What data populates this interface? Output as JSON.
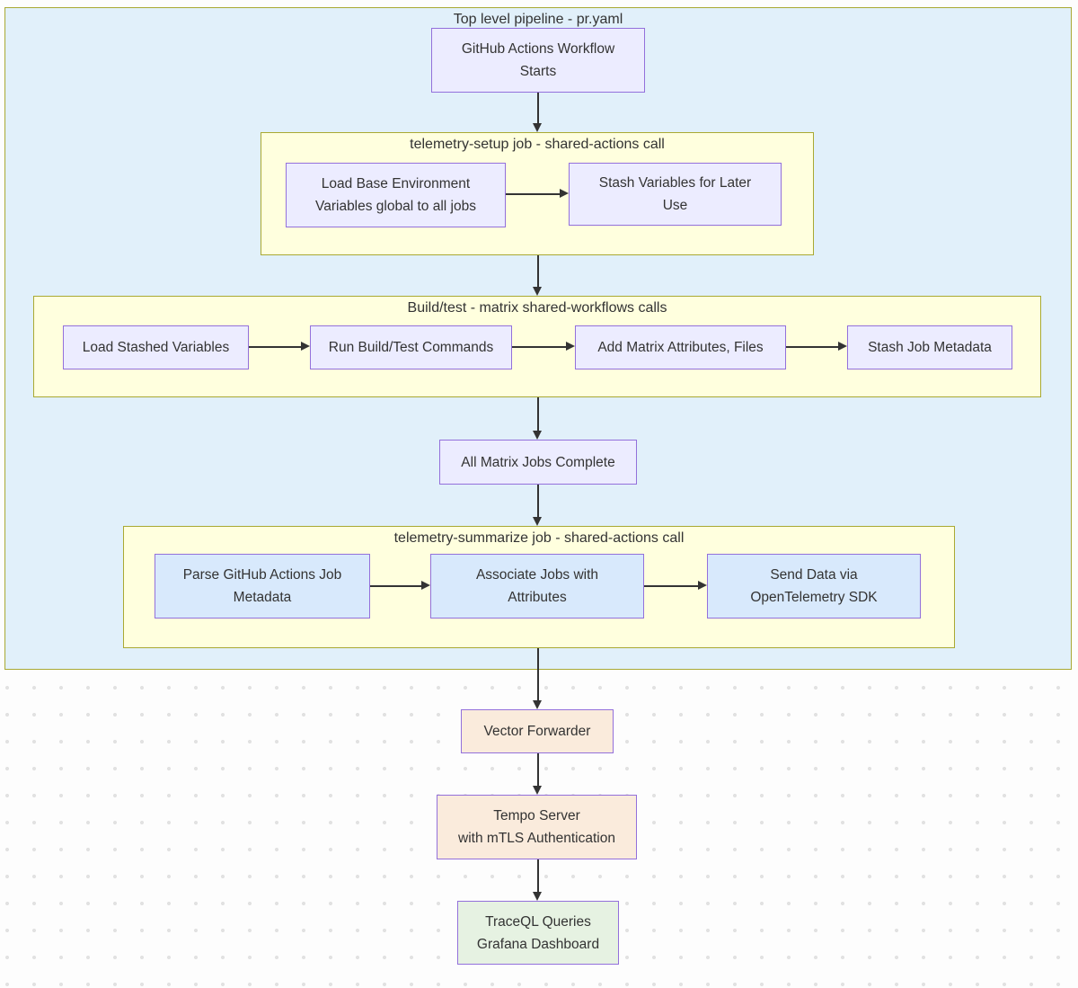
{
  "diagram": {
    "outer_title": "Top level pipeline - pr.yaml",
    "clusters": {
      "setup": {
        "title": "telemetry-setup job - shared-actions call"
      },
      "build": {
        "title": "Build/test - matrix shared-workflows calls"
      },
      "summarize": {
        "title": "telemetry-summarize job - shared-actions call"
      }
    },
    "nodes": {
      "gha_start": {
        "lines": [
          "GitHub Actions Workflow",
          "Starts"
        ]
      },
      "load_base": {
        "lines": [
          "Load Base Environment",
          "Variables global to all jobs"
        ]
      },
      "stash_vars": {
        "lines": [
          "Stash Variables for Later",
          "Use"
        ]
      },
      "load_stashed": {
        "lines": [
          "Load Stashed Variables"
        ]
      },
      "run_build": {
        "lines": [
          "Run Build/Test Commands"
        ]
      },
      "add_matrix": {
        "lines": [
          "Add Matrix Attributes, Files"
        ]
      },
      "stash_job": {
        "lines": [
          "Stash Job Metadata"
        ]
      },
      "all_matrix": {
        "lines": [
          "All Matrix Jobs Complete"
        ]
      },
      "parse_meta": {
        "lines": [
          "Parse GitHub Actions Job",
          "Metadata"
        ]
      },
      "associate": {
        "lines": [
          "Associate Jobs with",
          "Attributes"
        ]
      },
      "send_data": {
        "lines": [
          "Send Data via",
          "OpenTelemetry SDK"
        ]
      },
      "vector": {
        "lines": [
          "Vector Forwarder"
        ]
      },
      "tempo": {
        "lines": [
          "Tempo Server",
          "with mTLS Authentication"
        ]
      },
      "traceql": {
        "lines": [
          "TraceQL Queries",
          "Grafana Dashboard"
        ]
      }
    },
    "colors": {
      "outer_fill": "#e1f0fa",
      "outer_border": "#a9a933",
      "cluster_fill": "#ffffde",
      "cluster_border": "#a9a933",
      "node_fill": "#ececff",
      "node_border": "#9370db",
      "blue_fill": "#d8e9fc",
      "peach_fill": "#faebdc",
      "green_fill": "#e6f2e2",
      "edge": "#333333",
      "text": "#333333"
    }
  }
}
